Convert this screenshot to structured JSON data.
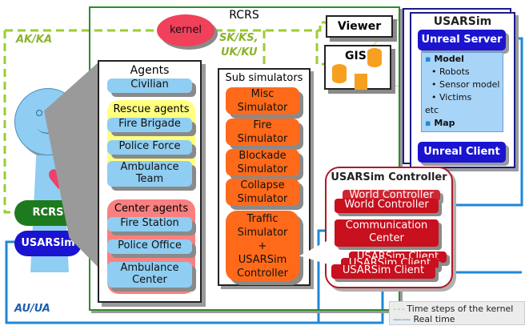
{
  "colors": {
    "kernel_timestep_line": "#9acd32",
    "realtime_line": "#1e88d8",
    "rcrs_border": "#2e8b2e",
    "usarsim_border": "#1a1a8c",
    "agent_box": "#8fcdf2",
    "rescue_group": "#ffff80",
    "center_group": "#f98080",
    "simulator_box": "#ff6a1a",
    "controller_box": "#c8101e",
    "unreal_box": "#1a14d0",
    "kernel": "#f0405a"
  },
  "rcrs": {
    "title": "RCRS",
    "kernel": "kernel",
    "protocol_sk": "SK/KS,",
    "protocol_uk": "UK/KU",
    "viewer": "Viewer",
    "gis": "GIS"
  },
  "agent_figure": {
    "rcrs_badge": "RCRS",
    "usarsim_badge": "USARSim",
    "protocol_ak": "AK/KA",
    "protocol_au": "AU/UA"
  },
  "agents": {
    "title": "Agents",
    "civilian": "Civilian",
    "rescue_title": "Rescue agents",
    "rescue": [
      "Fire Brigade",
      "Police Force",
      "Ambulance",
      "Team"
    ],
    "center_title": "Center agents",
    "center": [
      "Fire Station",
      "Police Office",
      "Ambulance",
      "Center"
    ]
  },
  "sub_simulators": {
    "title": "Sub simulators",
    "items": [
      [
        "Misc",
        "Simulator"
      ],
      [
        "Fire",
        "Simulator"
      ],
      [
        "Blockade",
        "Simulator"
      ],
      [
        "Collapse",
        "Simulator"
      ],
      [
        "Traffic",
        "Simulator",
        "+",
        "USARSim",
        "Controller"
      ]
    ]
  },
  "usarsim": {
    "title": "USARSim",
    "unreal_server": "Unreal Server",
    "model_items": [
      "Model",
      "Robots",
      "Sensor model",
      "Victims",
      "etc",
      "Map"
    ],
    "unreal_client": "Unreal Client"
  },
  "controller": {
    "title": "USARSim Controller",
    "world_controller": "World Controller",
    "communication": [
      "Communication",
      "Center"
    ],
    "client": "USARSim Client"
  },
  "legend": {
    "kernel_steps": "Time steps of the kernel",
    "real_time": "Real time"
  }
}
